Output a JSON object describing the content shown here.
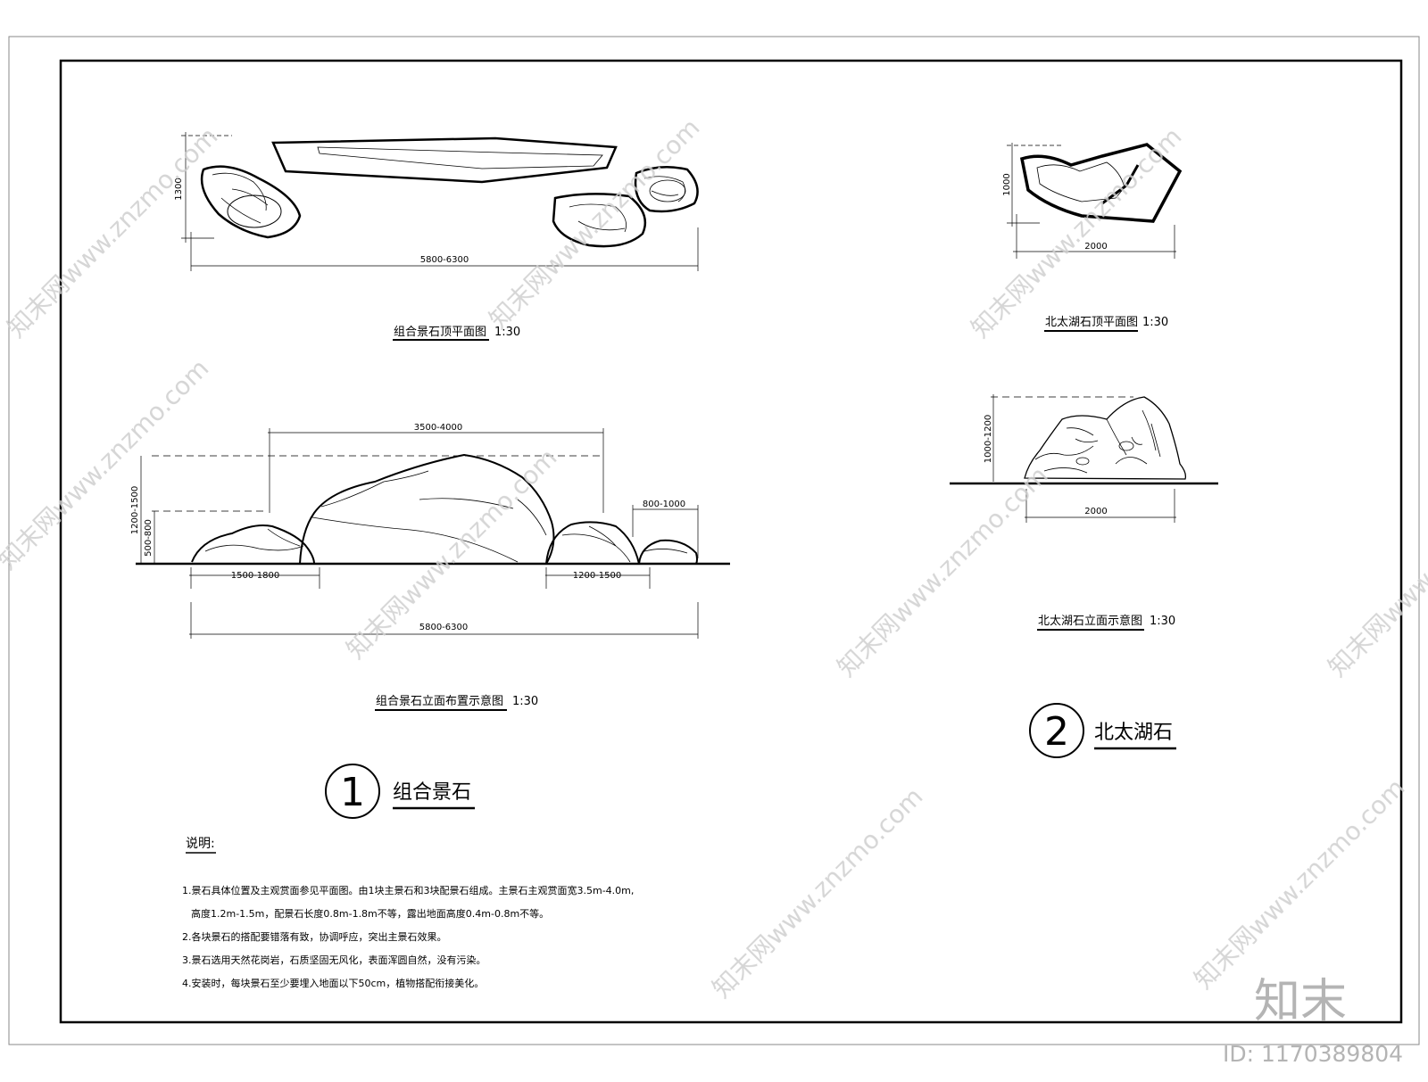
{
  "plan_view_1": {
    "title": "组合景石顶平面图",
    "scale": "1:30",
    "dim_width": "5800-6300",
    "dim_height": "1300"
  },
  "elevation_view_1": {
    "title": "组合景石立面布置示意图",
    "scale": "1:30",
    "dim_main_width": "3500-4000",
    "dim_right_width": "800-1000",
    "dim_left_base": "1500-1800",
    "dim_right_base": "1200-1500",
    "dim_total": "5800-6300",
    "dim_height_main": "1200-1500",
    "dim_height_small": "500-800"
  },
  "plan_view_2": {
    "title": "北太湖石顶平面图",
    "scale": "1:30",
    "dim_width": "2000",
    "dim_height": "1000"
  },
  "elevation_view_2": {
    "title": "北太湖石立面示意图",
    "scale": "1:30",
    "dim_width": "2000",
    "dim_height": "1000-1200"
  },
  "label_1": {
    "number": "1",
    "name": "组合景石"
  },
  "label_2": {
    "number": "2",
    "name": "北太湖石"
  },
  "notes": {
    "heading": "说明:",
    "items": [
      "1.景石具体位置及主观赏面参见平面图。由1块主景石和3块配景石组成。主景石主观赏面宽3.5m-4.0m,",
      "高度1.2m-1.5m，配景石长度0.8m-1.8m不等，露出地面高度0.4m-0.8m不等。",
      "2.各块景石的搭配要错落有致，协调呼应，突出主景石效果。",
      "3.景石选用天然花岗岩，石质坚固无风化，表面浑圆自然，没有污染。",
      "4.安装时，每块景石至少要埋入地面以下50cm，植物搭配衔接美化。"
    ]
  },
  "watermark": {
    "text": "知末网www.znzmo.com",
    "logo": "知末",
    "id": "ID: 1170389804"
  }
}
